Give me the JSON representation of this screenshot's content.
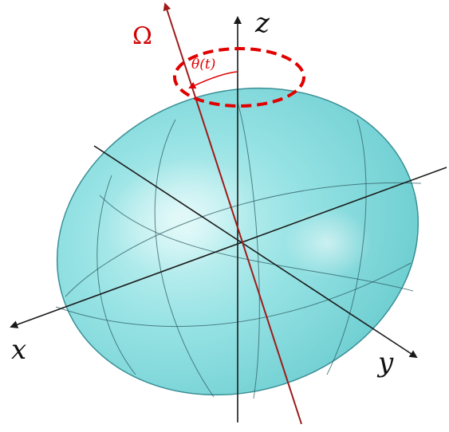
{
  "labels": {
    "x_axis": "x",
    "y_axis": "y",
    "z_axis": "z",
    "rotation_axis": "Ω",
    "tilt_angle": "θ(t)"
  },
  "colors": {
    "ellipsoid_fill": "#6fd6d8",
    "ellipsoid_highlight": "#c9f3f3",
    "ellipsoid_edge": "#3a8f95",
    "axes": "#1a1a1a",
    "rotation_axis": "#9e1b1b",
    "annotation": "#e00000"
  }
}
